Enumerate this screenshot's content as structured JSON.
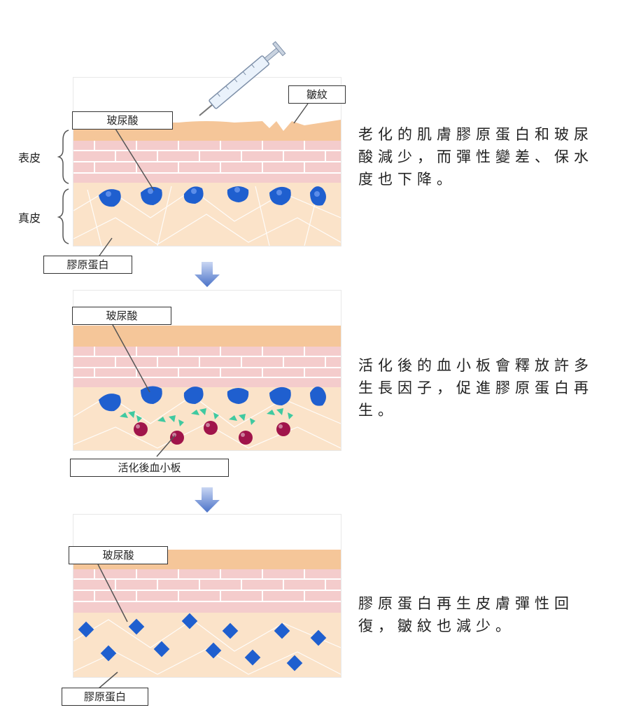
{
  "stages": [
    {
      "labels": {
        "hyaluronic": "玻尿酸",
        "wrinkle": "皺紋",
        "collagen": "膠原蛋白"
      },
      "layers": {
        "epidermis": "表皮",
        "dermis": "真皮"
      },
      "description": "老化的肌膚膠原蛋白和玻尿酸減少，而彈性變差、保水度也下降。"
    },
    {
      "labels": {
        "hyaluronic": "玻尿酸",
        "platelets": "活化後血小板"
      },
      "description": "活化後的血小板會釋放許多生長因子，促進膠原蛋白再生。"
    },
    {
      "labels": {
        "hyaluronic": "玻尿酸",
        "collagen": "膠原蛋白"
      },
      "description": "膠原蛋白再生皮膚彈性回復，皺紋也減少。"
    }
  ],
  "colors": {
    "surface": "#f5c699",
    "epidermis": "#f4cccc",
    "dermis": "#fbe3c9",
    "cell": "#1f5fcf",
    "platelet": "#a0144a",
    "factor": "#3fc9a0",
    "arrow": "#4a72c8"
  },
  "icons": [
    "syringe-icon",
    "arrow-down-icon"
  ]
}
